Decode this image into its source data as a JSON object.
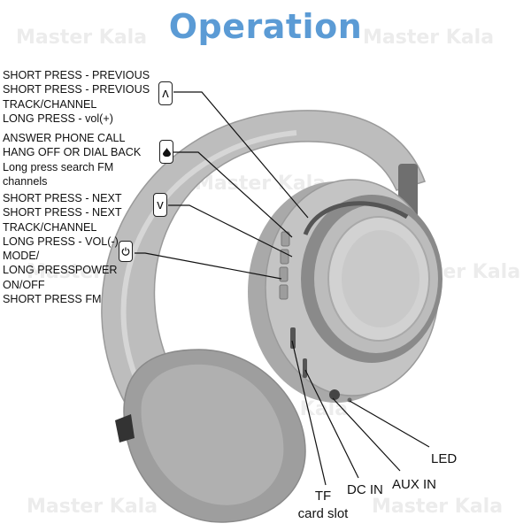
{
  "title": "Operation",
  "watermark": "Master Kala",
  "groups": [
    {
      "id": "up",
      "icon_glyph": "ʌ",
      "icon_name": "up-button-icon",
      "lines": [
        "SHORT PRESS - PREVIOUS",
        "SHORT PRESS - PREVIOUS",
        "TRACK/CHANNEL",
        "LONG PRESS - vol(+)"
      ]
    },
    {
      "id": "phone",
      "icon_glyph": "",
      "icon_name": "phone-button-icon",
      "lines": [
        "ANSWER PHONE CALL",
        "HANG OFF OR DIAL BACK",
        "Long press search FM",
        "channels"
      ]
    },
    {
      "id": "down",
      "icon_glyph": "v",
      "icon_name": "down-button-icon",
      "lines": [
        "SHORT PRESS - NEXT",
        "SHORT PRESS - NEXT",
        "TRACK/CHANNEL",
        "LONG PRESS - VOL(-)"
      ]
    },
    {
      "id": "power",
      "icon_glyph": "⏻",
      "icon_name": "power-button-icon",
      "lines": [
        "MODE/",
        "LONG PRESSPOWER",
        "ON/OFF",
        "SHORT PRESS FM"
      ]
    }
  ],
  "ports": {
    "led": "LED",
    "aux": "AUX IN",
    "dc": "DC IN",
    "tf_line1": "TF",
    "tf_line2": "card slot"
  },
  "colors": {
    "title": "#5b9bd5",
    "headphone_body": "#b9b9b9",
    "headphone_shadow": "#8f8f8f",
    "headphone_light": "#d4d4d4",
    "cushion": "#a6a6a6"
  }
}
